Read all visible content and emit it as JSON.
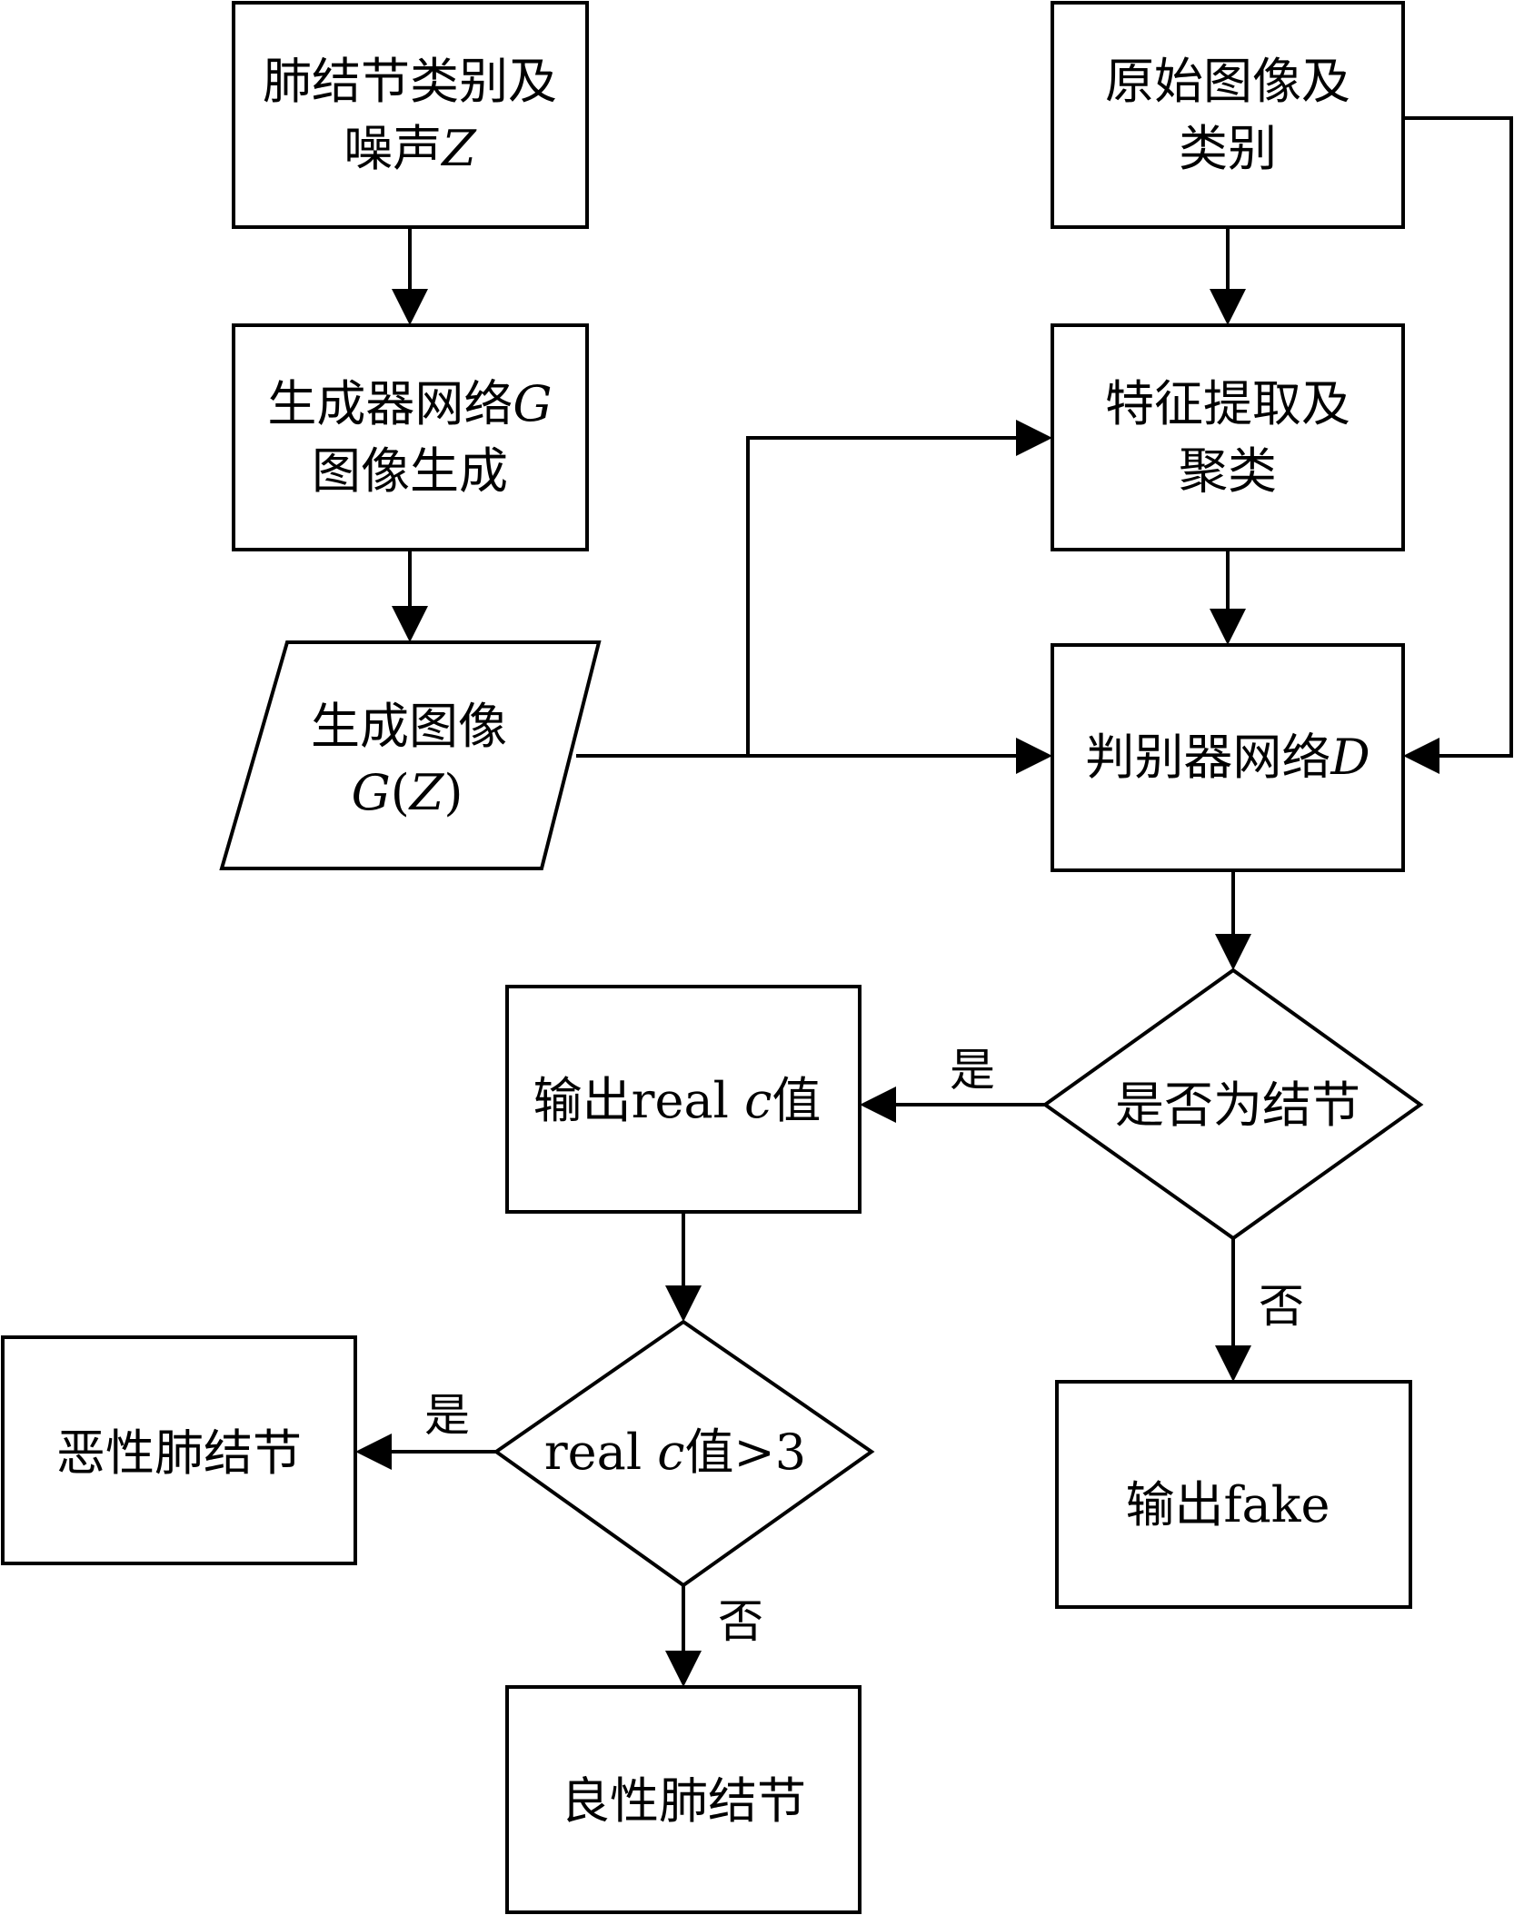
{
  "nodes": {
    "input_noise": {
      "line1": "肺结节类别及",
      "line2_prefix": "噪声",
      "line2_var": "Z"
    },
    "original": {
      "line1": "原始图像及",
      "line2": "类别"
    },
    "generator": {
      "line1_prefix": "生成器网络",
      "line1_var": "G",
      "line2": "图像生成"
    },
    "feature": {
      "line1": "特征提取及",
      "line2": "聚类"
    },
    "generated": {
      "line1": "生成图像",
      "g": "G",
      "open": "(",
      "z": "Z",
      "close": ")"
    },
    "discriminator": {
      "prefix": "判别器网络",
      "var": "D"
    },
    "decision_nodule": {
      "text": "是否为结节"
    },
    "output_real": {
      "prefix": "输出real ",
      "var": "c",
      "suffix": "值"
    },
    "output_fake": {
      "text": "输出fake"
    },
    "decision_c": {
      "prefix": "real ",
      "var": "c",
      "suffix": "值>3"
    },
    "malignant": {
      "text": "恶性肺结节"
    },
    "benign": {
      "text": "良性肺结节"
    }
  },
  "edge_labels": {
    "yes_1": "是",
    "no_1": "否",
    "yes_2": "是",
    "no_2": "否"
  }
}
